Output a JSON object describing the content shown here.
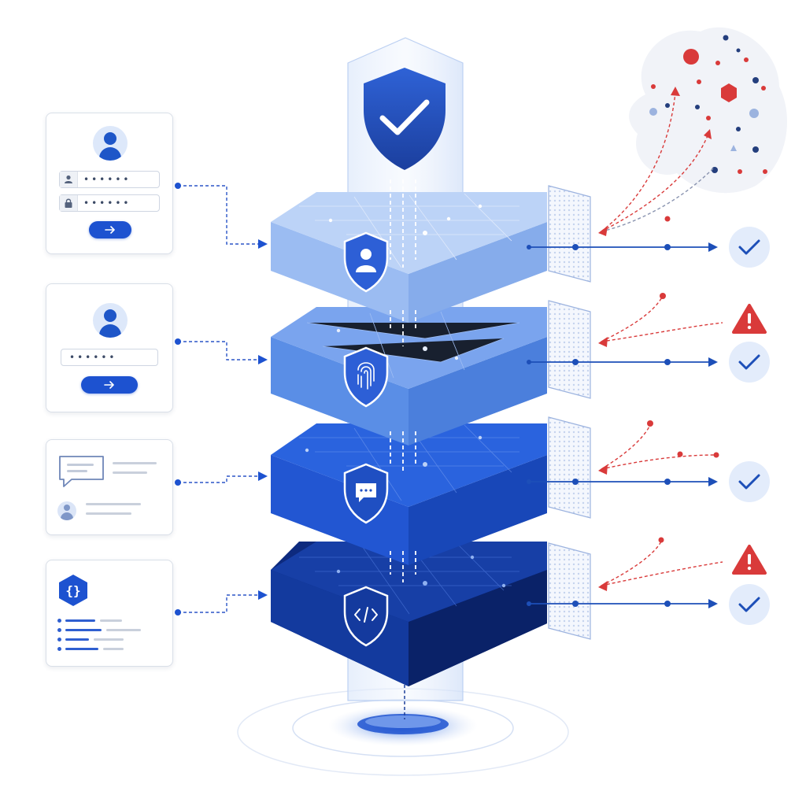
{
  "login_card_1": {
    "username_mask": "••••••",
    "password_mask": "••••••"
  },
  "login_card_2": {
    "password_mask": "••••••"
  },
  "layers": [
    {
      "icon": "user-icon"
    },
    {
      "icon": "fingerprint-icon"
    },
    {
      "icon": "chat-icon"
    },
    {
      "icon": "code-icon"
    }
  ],
  "results": [
    "check",
    "alert-and-check",
    "check",
    "alert-and-check"
  ],
  "colors": {
    "primary": "#1d52d0",
    "layer1": "#9bbcf2",
    "layer2": "#5f93ea",
    "layer3": "#1f5bd8",
    "layer4": "#0f2f8a",
    "threat": "#d93a3a",
    "success_bg": "#e3ecfb",
    "success": "#1d4fb8"
  }
}
